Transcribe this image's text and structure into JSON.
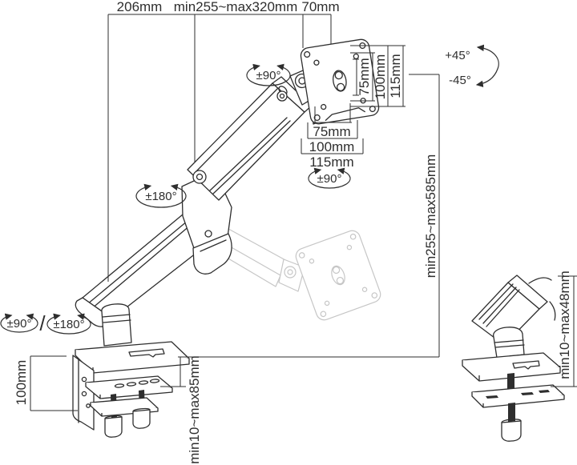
{
  "colors": {
    "line": "#2e2e2e",
    "ghost": "#c6c6c6",
    "bg": "#ffffff"
  },
  "labels": {
    "dim_206": "206mm",
    "dim_arm_range": "min255~max320mm",
    "dim_70": "70mm",
    "tilt_up": "+45°",
    "tilt_down": "-45°",
    "rot_head": "±90°",
    "rot_plate": "±90°",
    "rot_elbow": "±180°",
    "rot_base_90": "±90°",
    "rot_base_sep": "/",
    "rot_base_180": "±180°",
    "vesa_v_75": "75mm",
    "vesa_v_100": "100mm",
    "vesa_v_115": "115mm",
    "vesa_h_75": "75mm",
    "vesa_h_100": "100mm",
    "vesa_h_115": "115mm",
    "dim_height_range": "min255~max585mm",
    "dim_base_height": "100mm",
    "dim_clamp_range": "min10~max85mm",
    "dim_grommet_range": "min10~max48mm"
  }
}
